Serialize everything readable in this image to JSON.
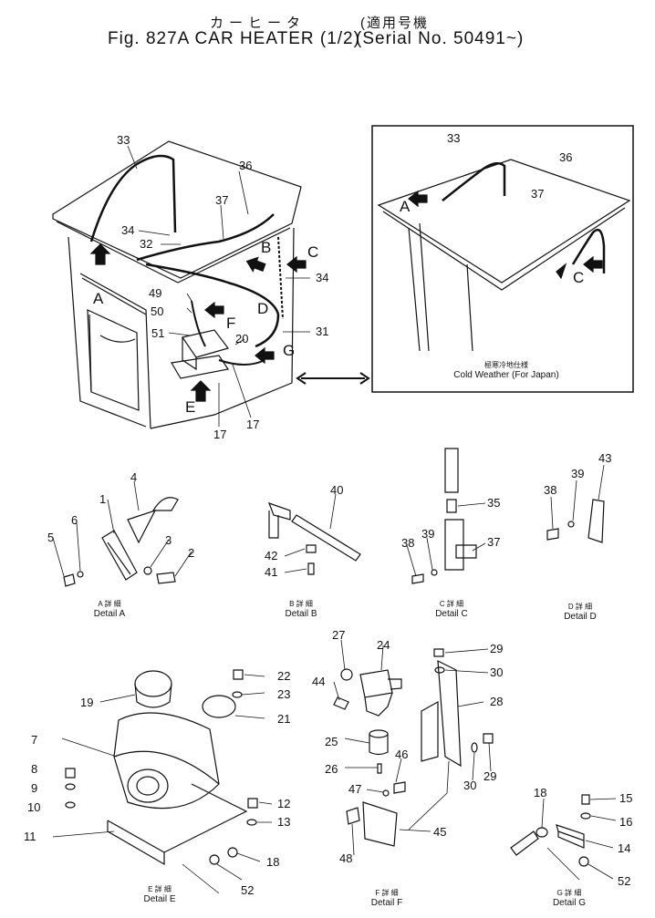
{
  "header": {
    "title_jp": "カーヒータ",
    "title": "Fig. 827A CAR HEATER (1/2)",
    "serial_jp": "(適用号機",
    "serial": "(Serial No. 50491~)"
  },
  "inset": {
    "caption_jp": "極寒冷地仕様",
    "caption": "Cold Weather (For Japan)"
  },
  "details": [
    {
      "jp": "A 詳 細",
      "en": "Detail A"
    },
    {
      "jp": "B 詳 細",
      "en": "Detail B"
    },
    {
      "jp": "C 詳 細",
      "en": "Detail C"
    },
    {
      "jp": "D 詳 細",
      "en": "Detail D"
    },
    {
      "jp": "E 詳 細",
      "en": "Detail E"
    },
    {
      "jp": "F 詳 細",
      "en": "Detail F"
    },
    {
      "jp": "G 詳 細",
      "en": "Detail G"
    }
  ],
  "callouts": {
    "main": [
      "33",
      "36",
      "37",
      "34",
      "32",
      "49",
      "50",
      "51",
      "20",
      "31",
      "17",
      "17",
      "A",
      "B",
      "C",
      "D",
      "E",
      "F",
      "G"
    ],
    "inset": [
      "33",
      "36",
      "37",
      "A",
      "C"
    ],
    "detail_a": [
      "1",
      "2",
      "3",
      "4",
      "5",
      "6"
    ],
    "detail_b": [
      "40",
      "41",
      "42"
    ],
    "detail_c": [
      "35",
      "37",
      "38",
      "39"
    ],
    "detail_d": [
      "38",
      "39",
      "43"
    ],
    "detail_e": [
      "7",
      "8",
      "9",
      "10",
      "11",
      "12",
      "13",
      "18",
      "19",
      "21",
      "22",
      "23",
      "52"
    ],
    "detail_f": [
      "24",
      "25",
      "26",
      "27",
      "28",
      "29",
      "30",
      "30",
      "29",
      "44",
      "45",
      "46",
      "47",
      "48"
    ],
    "detail_g": [
      "14",
      "15",
      "16",
      "18",
      "52"
    ]
  }
}
